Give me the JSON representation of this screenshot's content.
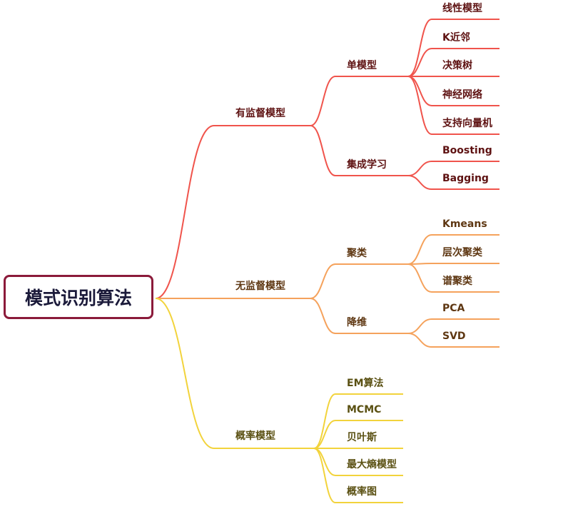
{
  "root": "模式识别算法",
  "colors": {
    "root_border": "#8b1a3a",
    "root_text": "#1b1a3a"
  },
  "branches": [
    {
      "label": "有监督模型",
      "line": "#f0544c",
      "text": "#5e1212",
      "children": [
        {
          "label": "单模型",
          "children": [
            "线性模型",
            "K近邻",
            "决策树",
            "神经网络",
            "支持向量机"
          ]
        },
        {
          "label": "集成学习",
          "children": [
            "Boosting",
            "Bagging"
          ]
        }
      ]
    },
    {
      "label": "无监督模型",
      "line": "#f5a25c",
      "text": "#5e3712",
      "children": [
        {
          "label": "聚类",
          "children": [
            "Kmeans",
            "层次聚类",
            "谱聚类"
          ]
        },
        {
          "label": "降维",
          "children": [
            "PCA",
            "SVD"
          ]
        }
      ]
    },
    {
      "label": "概率模型",
      "line": "#f2d33c",
      "text": "#5a5012",
      "children": [
        "EM算法",
        "MCMC",
        "贝叶斯",
        "最大熵模型",
        "概率图"
      ]
    }
  ]
}
